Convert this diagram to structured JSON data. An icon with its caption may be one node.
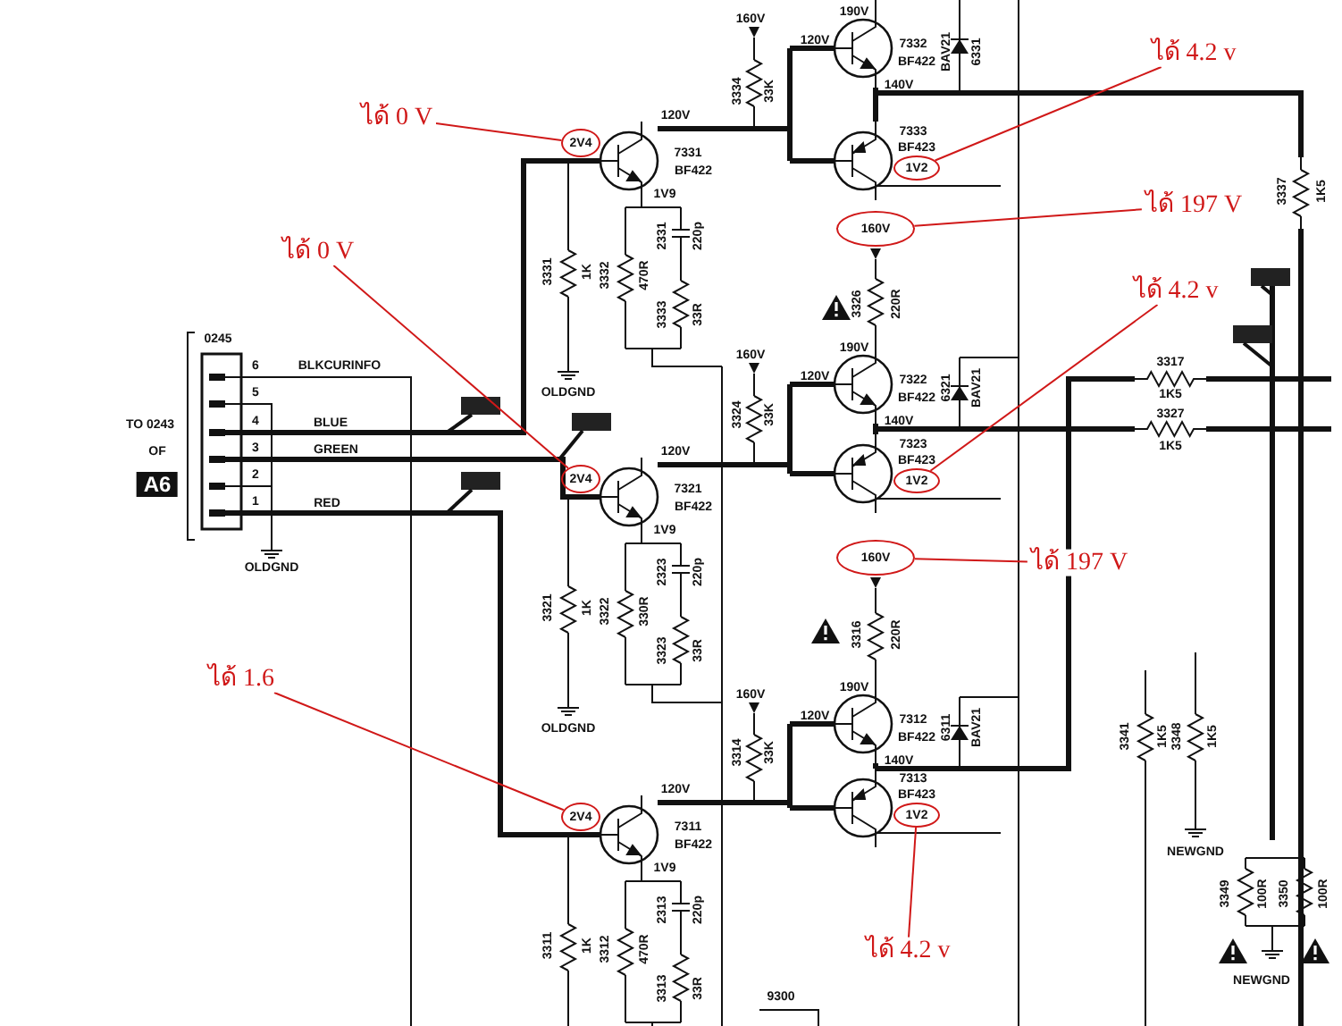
{
  "diagram": {
    "nodes": [
      {
        "text": [
          "ได้ 4.2 v"
        ]
      },
      {
        "text": [
          "ได้ 0 V"
        ]
      },
      {
        "text": [
          "ได้ 197 V"
        ]
      },
      {
        "text": [
          "ได้ 0 V"
        ]
      },
      {
        "text": [
          "ได้ 4.2 v"
        ]
      },
      {
        "text": [
          "ได้ 197 V"
        ]
      },
      {
        "text": [
          "ได้ 1.6"
        ]
      },
      {
        "text": [
          "ได้ 4.2 v"
        ]
      },
      {
        "text": [
          "2V4"
        ]
      },
      {
        "text": [
          "1V2"
        ]
      },
      {
        "text": [
          "160V"
        ]
      },
      {
        "text": [
          "1V2"
        ]
      },
      {
        "text": [
          "2V4"
        ]
      },
      {
        "text": [
          "160V"
        ]
      },
      {
        "text": [
          "1V2"
        ]
      },
      {
        "text": [
          "2V4"
        ]
      }
    ],
    "edges": [
      {
        "from": 1,
        "to": 8,
        "arrow": "none"
      },
      {
        "from": 0,
        "to": 9,
        "arrow": "none"
      },
      {
        "from": 2,
        "to": 10,
        "arrow": "none"
      },
      {
        "from": 4,
        "to": 11,
        "arrow": "none"
      },
      {
        "from": 3,
        "to": 12,
        "arrow": "none"
      },
      {
        "from": 5,
        "to": 13,
        "arrow": "none"
      },
      {
        "from": 7,
        "to": 14,
        "arrow": "none"
      },
      {
        "from": 6,
        "to": 15,
        "arrow": "none"
      }
    ],
    "labels": [
      "160V",
      "3334",
      "33K",
      "190V",
      "120V",
      "7332",
      "BF422",
      "BAV21",
      "6331",
      "140V",
      "7333",
      "BF423",
      "120V",
      "7331",
      "BF422",
      "1V9",
      "2331",
      "220p",
      "3331",
      "1K",
      "3332",
      "470R",
      "3333",
      "33R",
      "OLDGND",
      "3337",
      "1K5",
      "3326",
      "220R",
      "0245",
      "6",
      "BLKCURINFO",
      "5",
      "4",
      "3",
      "2",
      "1",
      "TO 0243",
      "OF",
      "A6",
      "BLUE",
      "GREEN",
      "RED",
      "OLDGND",
      "3317",
      "1K5",
      "3327",
      "1K5",
      "160V",
      "3324",
      "33K",
      "190V",
      "120V",
      "7322",
      "BF422",
      "6321",
      "BAV21",
      "140V",
      "7323",
      "BF423",
      "120V",
      "7321",
      "BF422",
      "1V9",
      "2323",
      "220p",
      "3321",
      "1K",
      "3322",
      "330R",
      "3323",
      "33R",
      "OLDGND",
      "3316",
      "220R",
      "160V",
      "3314",
      "33K",
      "190V",
      "120V",
      "7312",
      "BF422",
      "6311",
      "BAV21",
      "140V",
      "7313",
      "BF423",
      "120V",
      "7311",
      "BF422",
      "1V9",
      "2313",
      "220p",
      "3311",
      "1K",
      "3312",
      "470R",
      "3313",
      "33R",
      "3341",
      "1K5",
      "3348",
      "1K5",
      "NEWGND",
      "3349",
      "100R",
      "3350",
      "100R",
      "NEWGND",
      "9300"
    ]
  }
}
